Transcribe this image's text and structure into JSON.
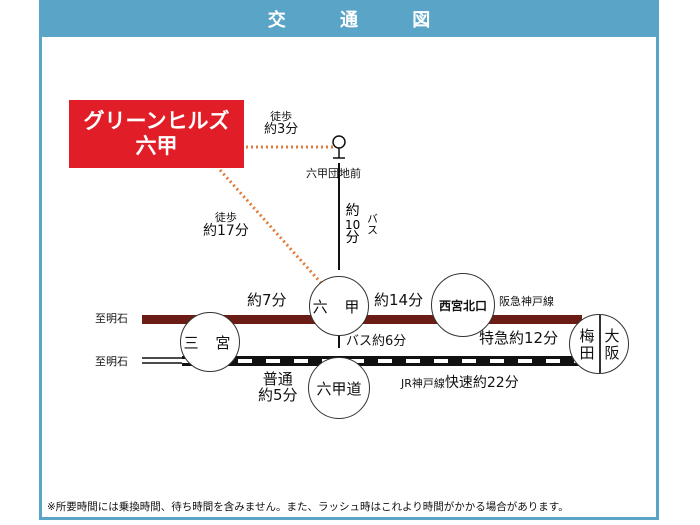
{
  "header": {
    "title": "交 通 図"
  },
  "property": {
    "line1": "グリーンヒルズ",
    "line2": "六甲"
  },
  "walk_to_bus": {
    "mode": "徒歩",
    "time": "約3分"
  },
  "walk_to_rokko": {
    "mode": "徒歩",
    "time": "約17分"
  },
  "bus_stop": {
    "name": "六甲団地前"
  },
  "bus_vertical": {
    "approx": "約",
    "num": "10",
    "unit": "分",
    "bus": "バス"
  },
  "stations": {
    "rokko": "六 甲",
    "sannomiya": "三 宮",
    "nishinomiya": "西宮北口",
    "rokkomichi": "六甲道",
    "umeda": "梅田",
    "osaka": "大阪"
  },
  "labels": {
    "to_akashi_1": "至明石",
    "to_akashi_2": "至明石",
    "rokko_sannomiya": "約7分",
    "rokko_nishinomiya": "約14分",
    "hankyu_line": "阪急神戸線",
    "tokkyu": "特急約12分",
    "bus6": "バス約6分",
    "futsu": "普通",
    "futsu_time": "約5分",
    "jr_line": "JR神戸線",
    "jr_rapid": "快速約22分"
  },
  "footnote": "※所要時間には乗換時間、待ち時間を含みません。また、ラッシュ時はこれより時間がかかる場合があります。",
  "colors": {
    "header": "#5aa4c8",
    "brand": "#e11e27",
    "hankyu": "#6b1c14",
    "walk": "#e07b39"
  }
}
